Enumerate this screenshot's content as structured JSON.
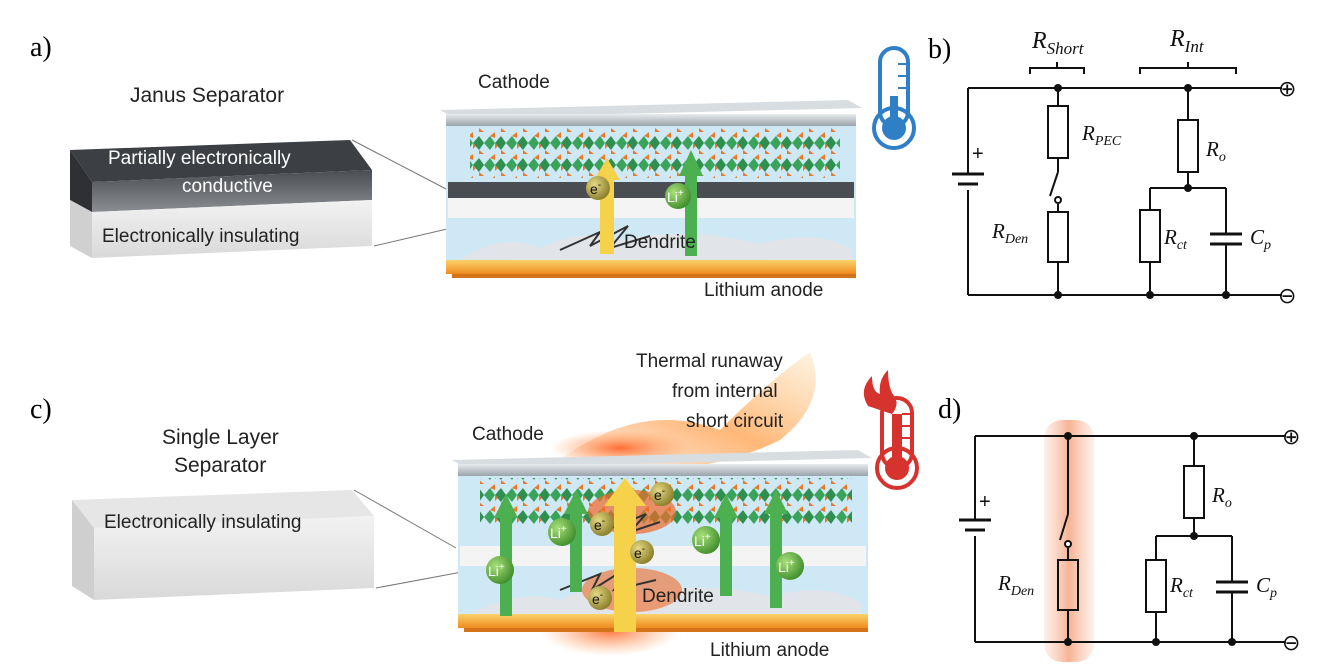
{
  "panels": {
    "a": "a)",
    "b": "b)",
    "c": "c)",
    "d": "d)"
  },
  "panel_a": {
    "title": "Janus Separator",
    "top_layer_line1": "Partially electronically",
    "top_layer_line2": "conductive",
    "bottom_layer": "Electronically insulating",
    "cathode": "Cathode",
    "anode": "Lithium anode",
    "dendrite": "Dendrite",
    "electron": "e",
    "electron_sup": "-",
    "lithium_ion": "Li",
    "lithium_sup": "+",
    "thermometer_icon": "thermometer-cool-icon"
  },
  "panel_c": {
    "title_line1": "Single Layer",
    "title_line2": "Separator",
    "layer": "Electronically insulating",
    "cathode": "Cathode",
    "anode": "Lithium anode",
    "dendrite": "Dendrite",
    "electron": "e",
    "electron_sup": "-",
    "lithium_ion": "Li",
    "lithium_sup": "+",
    "runaway_line1": "Thermal runaway",
    "runaway_line2": "from internal",
    "runaway_line3": "short circuit",
    "thermometer_icon": "thermometer-hot-icon"
  },
  "panel_b": {
    "r_short": "R",
    "r_short_sub": "Short",
    "r_int": "R",
    "r_int_sub": "Int",
    "r_pec": "R",
    "r_pec_sub": "PEC",
    "r_den": "R",
    "r_den_sub": "Den",
    "r_o": "R",
    "r_o_sub": "o",
    "r_ct": "R",
    "r_ct_sub": "ct",
    "c_p": "C",
    "c_p_sub": "p",
    "plus": "+",
    "terminal_plus": "⊕",
    "terminal_minus": "⊖"
  },
  "panel_d": {
    "r_den": "R",
    "r_den_sub": "Den",
    "r_o": "R",
    "r_o_sub": "o",
    "r_ct": "R",
    "r_ct_sub": "ct",
    "c_p": "C",
    "c_p_sub": "p",
    "plus": "+",
    "terminal_plus": "⊕",
    "terminal_minus": "⊖"
  },
  "colors": {
    "cathode_frame": "#b8c0c8",
    "electrolyte": "#cfe8f5",
    "crystal_green": "#3aa35a",
    "crystal_orange": "#e87a2a",
    "anode": "#f5a623",
    "arrow_green": "#4caf50",
    "arrow_yellow": "#f6d24a",
    "ion_green": "#5fae3e",
    "electron_olive": "#b5a642",
    "fire": "#f06a2a",
    "thermo_blue": "#2f7fc7",
    "thermo_red": "#d6322e",
    "highlight": "#f7c4a8"
  }
}
